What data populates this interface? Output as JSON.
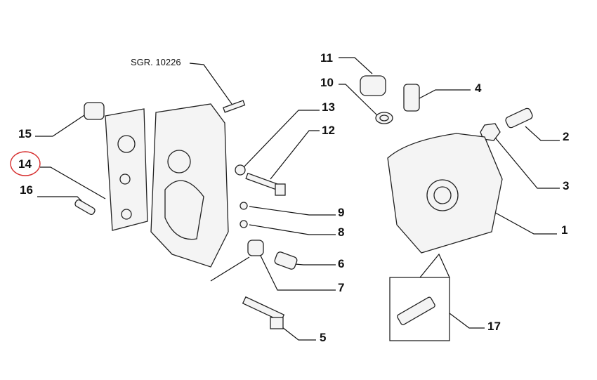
{
  "reference": "SGR. 10226",
  "highlight_color": "#d62c2c",
  "callouts": {
    "c1": "1",
    "c2": "2",
    "c3": "3",
    "c4": "4",
    "c5": "5",
    "c6": "6",
    "c7": "7",
    "c8": "8",
    "c9": "9",
    "c10": "10",
    "c11": "11",
    "c12": "12",
    "c13": "13",
    "c14": "14",
    "c15": "15",
    "c16": "16",
    "c17": "17"
  },
  "highlighted_callout": "14"
}
